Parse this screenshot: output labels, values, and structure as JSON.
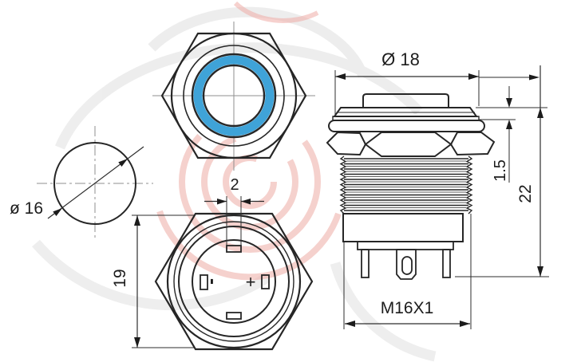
{
  "drawing": {
    "dimensions": {
      "panel_cutout_diameter": "ø 16",
      "pin_pitch": "2",
      "hex_nut_width": "19",
      "head_diameter": "Ø 18",
      "head_height": "1.5",
      "body_length": "22",
      "thread_spec": "M16X1"
    },
    "terminals": {
      "minus_mark": "-",
      "plus_mark": "+"
    },
    "colors": {
      "led_ring_blue": "#3fa3d8",
      "ink": "#262626",
      "dim_line": "#2e2e2e",
      "centerline_gray": "#8f8f8f",
      "watermark_red": "#eeaca6",
      "watermark_gray": "#ebebeb"
    }
  }
}
